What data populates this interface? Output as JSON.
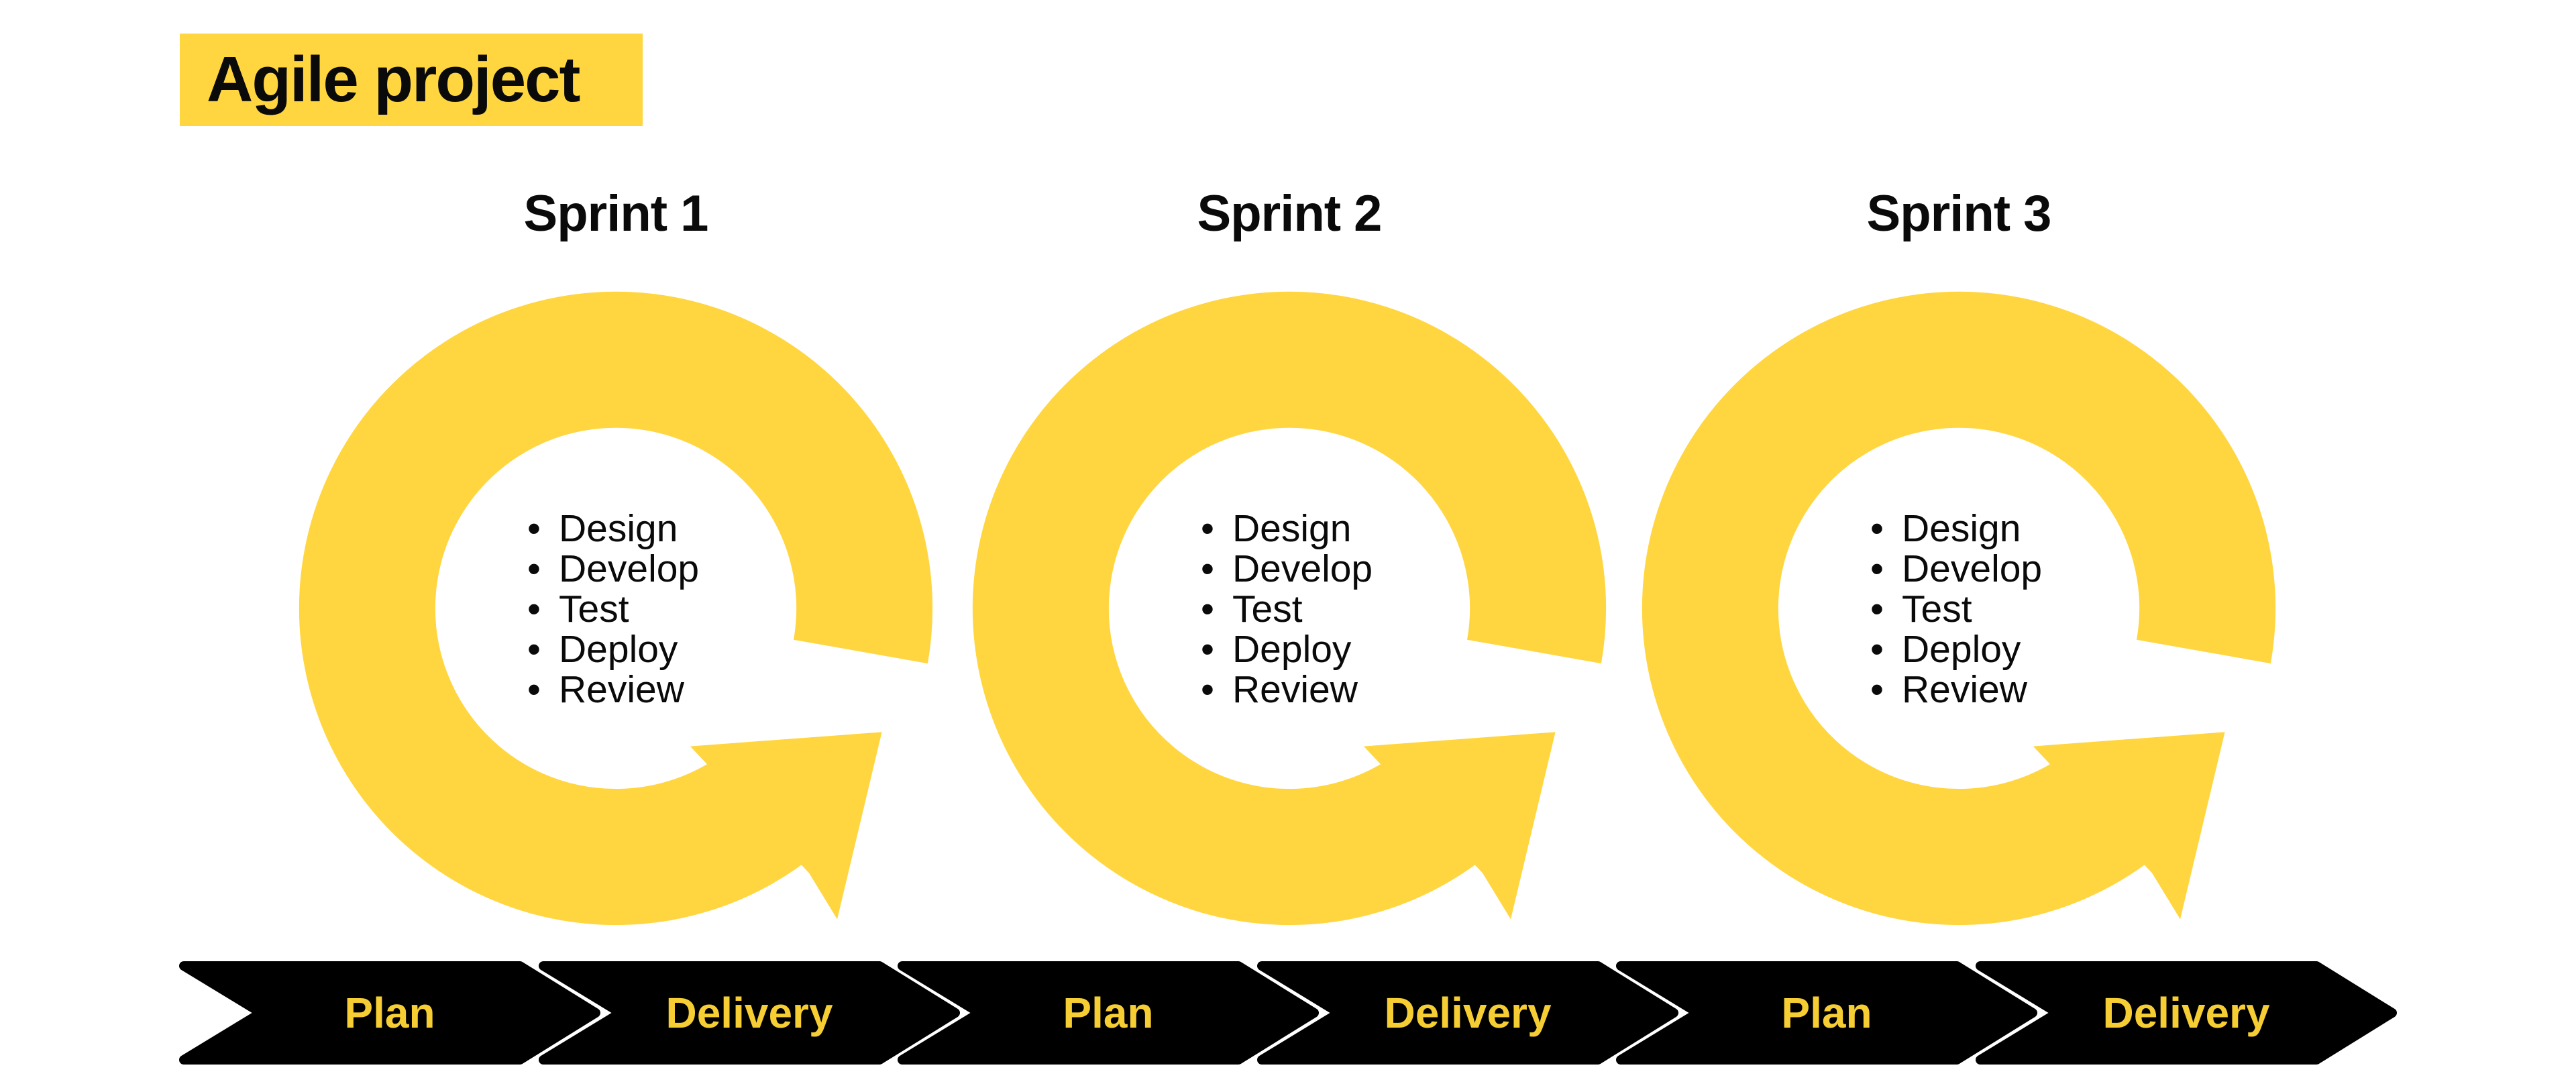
{
  "colors": {
    "background": "#FFFFFF",
    "accent_yellow": "#FFD640",
    "chevron_label_yellow": "#F6CE33",
    "chevron_black": "#000000",
    "text_black": "#0A0A0A"
  },
  "title": {
    "label": "Agile project"
  },
  "sprints": [
    {
      "label": "Sprint 1",
      "tasks": [
        "Design",
        "Develop",
        "Test",
        "Deploy",
        "Review"
      ]
    },
    {
      "label": "Sprint 2",
      "tasks": [
        "Design",
        "Develop",
        "Test",
        "Deploy",
        "Review"
      ]
    },
    {
      "label": "Sprint 3",
      "tasks": [
        "Design",
        "Develop",
        "Test",
        "Deploy",
        "Review"
      ]
    }
  ],
  "timeline": {
    "steps": [
      "Plan",
      "Delivery",
      "Plan",
      "Delivery",
      "Plan",
      "Delivery"
    ]
  }
}
